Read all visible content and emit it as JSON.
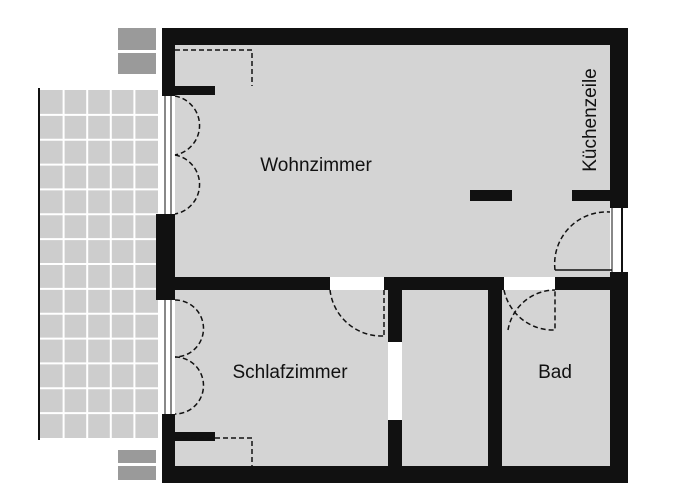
{
  "rooms": {
    "living": "Wohnzimmer",
    "kitchenette": "Küchenzeile",
    "bedroom": "Schlafzimmer",
    "bath": "Bad"
  },
  "colors": {
    "wall": "#111111",
    "floor": "#d4d4d4",
    "balcony": "#cdcdcd",
    "grid": "#ffffff",
    "door_swing": "#111111"
  }
}
